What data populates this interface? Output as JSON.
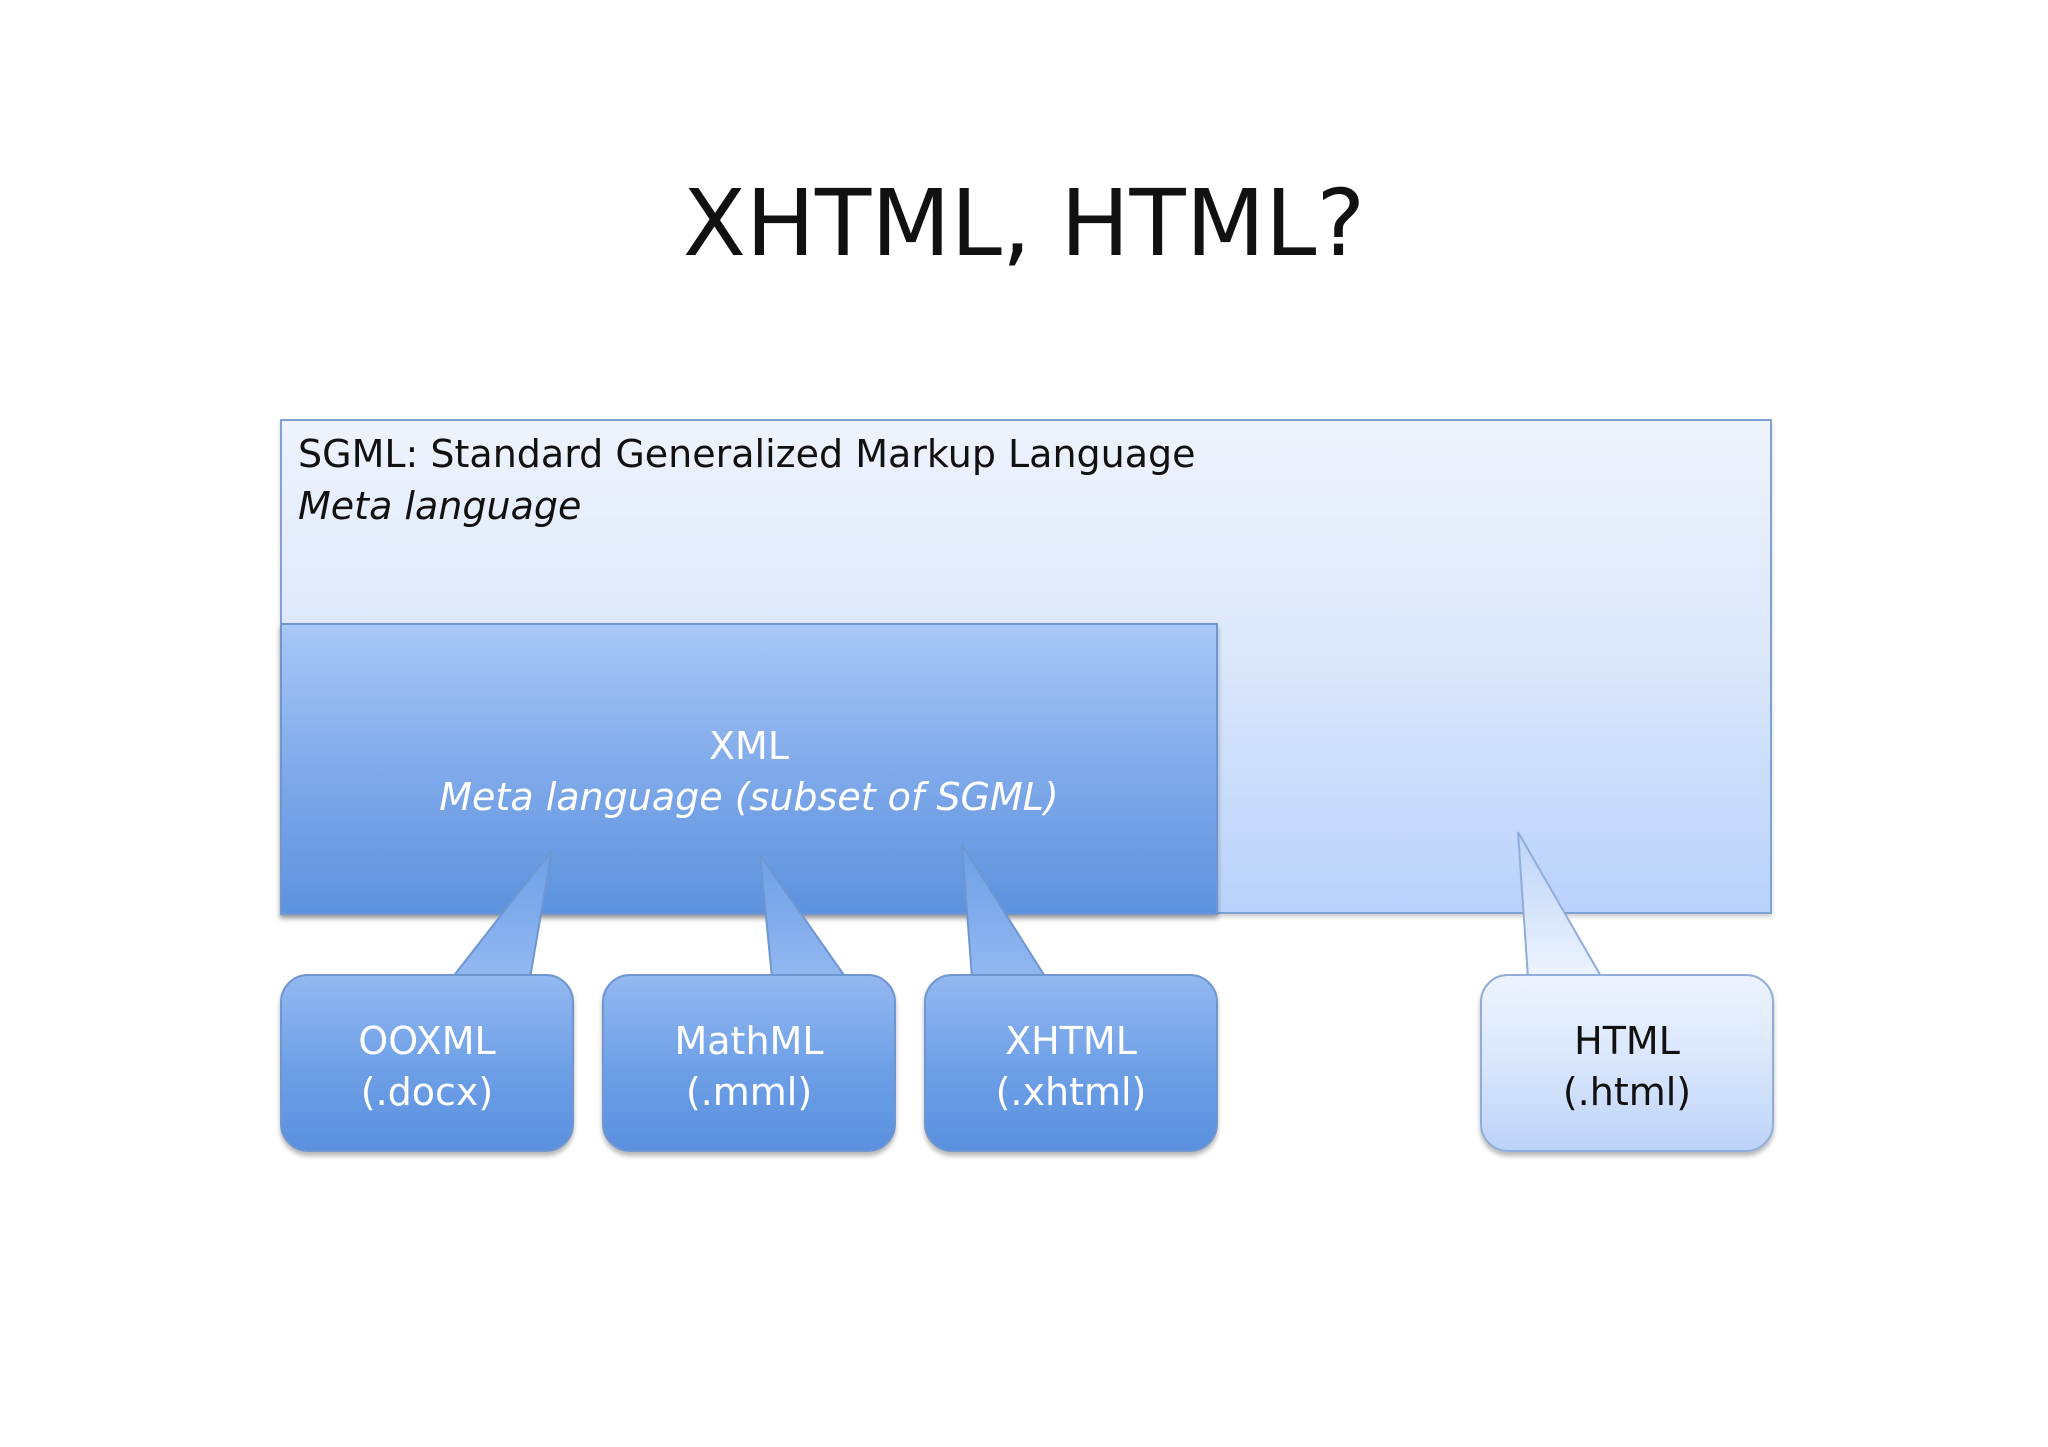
{
  "title": "XHTML, HTML?",
  "sgml": {
    "title": "SGML: Standard Generalized Markup Language",
    "subtitle": "Meta language"
  },
  "xml": {
    "title": "XML",
    "subtitle": "Meta language (subset of SGML)"
  },
  "bubbles": [
    {
      "name": "OOXML",
      "ext": "(.docx)"
    },
    {
      "name": "MathML",
      "ext": "(.mml)"
    },
    {
      "name": "XHTML",
      "ext": "(.xhtml)"
    },
    {
      "name": "HTML",
      "ext": "(.html)"
    }
  ],
  "colors": {
    "xml_fill": "#80aaea",
    "sgml_fill": "#dde8fb",
    "outline": "#6f96cf",
    "text_dark": "#111111",
    "text_light": "#ffffff"
  }
}
